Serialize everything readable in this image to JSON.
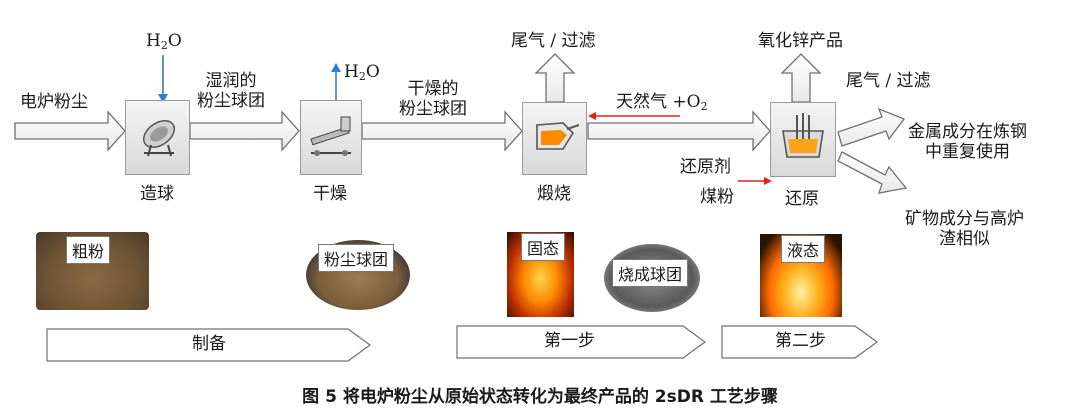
{
  "colors": {
    "arrow_outline": "#707070",
    "water_arrow": "#2f7fd0",
    "gas_arrow": "#e02020",
    "flame": "#ff8a00"
  },
  "inputs": {
    "dust": "电炉粉尘",
    "water1": "H",
    "water2": "H",
    "water_sub": "2",
    "water_o": "O",
    "wet_balls": "湿润的\n粉尘球团",
    "dry_balls": "干燥的\n粉尘球团",
    "gas": "天然气 +O",
    "gas_sub": "2",
    "reductant": "还原剂",
    "coal": "煤粉"
  },
  "outputs": {
    "tail_gas1": "尾气 / 过滤",
    "zno": "氧化锌产品",
    "tail_gas2": "尾气 / 过滤",
    "metal": "金属成分在炼钢\n中重复使用",
    "mineral": "矿物成分与高炉\n渣相似"
  },
  "steps": {
    "pelletize": "造球",
    "dry": "干燥",
    "calcine": "煅烧",
    "reduce": "还原"
  },
  "photos": {
    "coarse": "粗粉",
    "pellets": "粉尘球团",
    "solid": "固态",
    "fired": "烧成球团",
    "liquid": "液态"
  },
  "stages": {
    "prep": "制备",
    "step1": "第一步",
    "step2": "第二步"
  },
  "caption": "图 5   将电炉粉尘从原始状态转化为最终产品的 2sDR 工艺步骤"
}
